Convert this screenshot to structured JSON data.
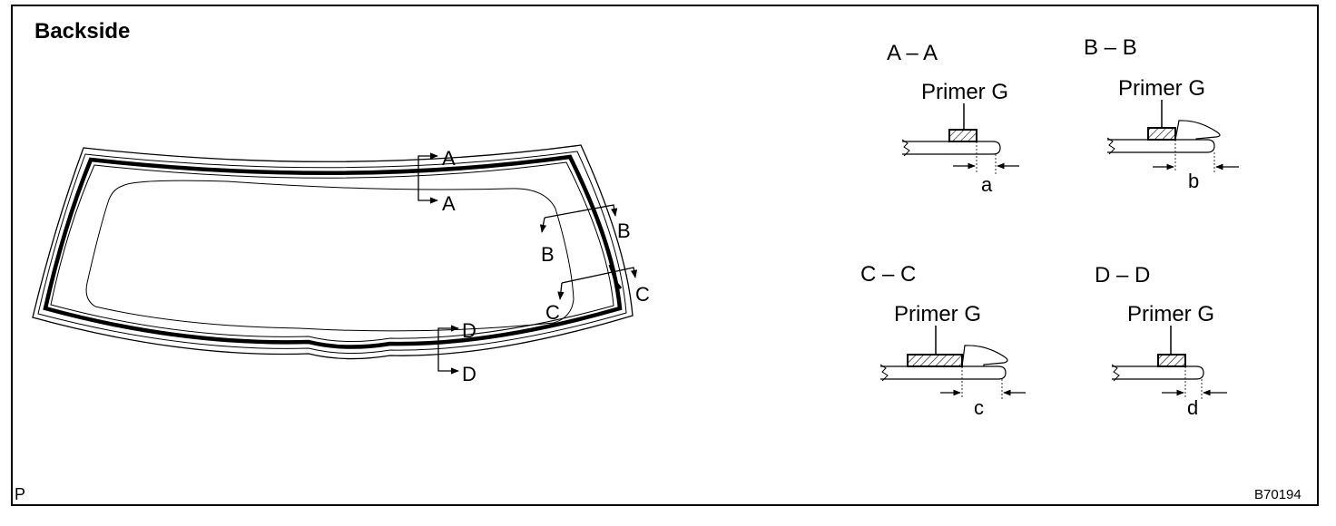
{
  "title": "Backside",
  "corner_mark": "P",
  "figure_code": "B70194",
  "window_markers": {
    "a_top": "A",
    "a_bottom": "A",
    "b_left": "B",
    "b_right": "B",
    "c_left": "C",
    "c_right": "C",
    "d_top": "D",
    "d_bottom": "D"
  },
  "sections": [
    {
      "heading": "A – A",
      "primer_label": "Primer G",
      "dimension": "a"
    },
    {
      "heading": "B – B",
      "primer_label": "Primer G",
      "dimension": "b"
    },
    {
      "heading": "C – C",
      "primer_label": "Primer G",
      "dimension": "c"
    },
    {
      "heading": "D – D",
      "primer_label": "Primer G",
      "dimension": "d"
    }
  ]
}
